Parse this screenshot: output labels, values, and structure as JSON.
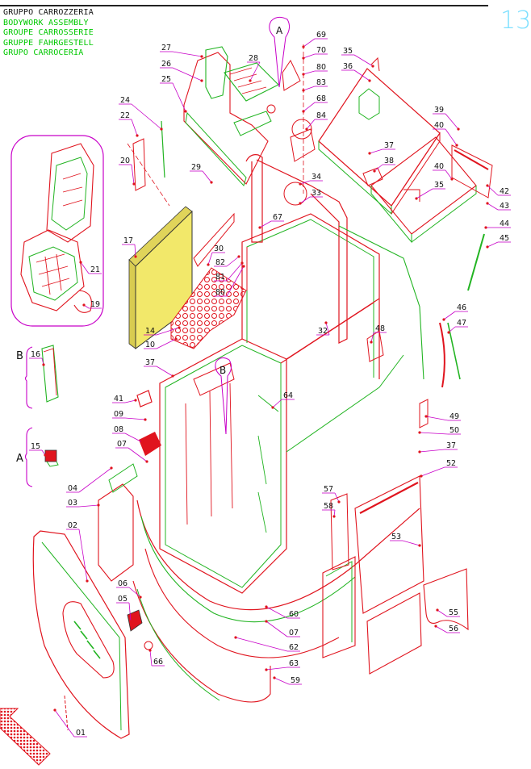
{
  "header": {
    "title_it": "GRUPPO CARROZZERIA",
    "title_en": "BODYWORK ASSEMBLY",
    "title_fr": "GROUPE CARROSSERIE",
    "title_de": "GRUPPE FAHRGESTELL",
    "title_es": "GRUPO CARROCERIA",
    "page_number": "13"
  },
  "detail_labels": {
    "a": "A",
    "b": "B"
  },
  "callouts": [
    {
      "id": "c01",
      "label": "01"
    },
    {
      "id": "c02",
      "label": "02"
    },
    {
      "id": "c03",
      "label": "03"
    },
    {
      "id": "c04",
      "label": "04"
    },
    {
      "id": "c05",
      "label": "05"
    },
    {
      "id": "c06",
      "label": "06"
    },
    {
      "id": "c07",
      "label": "07"
    },
    {
      "id": "c07b",
      "label": "07"
    },
    {
      "id": "c08",
      "label": "08"
    },
    {
      "id": "c09",
      "label": "09"
    },
    {
      "id": "c10",
      "label": "10"
    },
    {
      "id": "c14",
      "label": "14"
    },
    {
      "id": "c15",
      "label": "15"
    },
    {
      "id": "c16",
      "label": "16"
    },
    {
      "id": "c17",
      "label": "17"
    },
    {
      "id": "c19",
      "label": "19"
    },
    {
      "id": "c20",
      "label": "20"
    },
    {
      "id": "c21",
      "label": "21"
    },
    {
      "id": "c22",
      "label": "22"
    },
    {
      "id": "c24",
      "label": "24"
    },
    {
      "id": "c25",
      "label": "25"
    },
    {
      "id": "c26",
      "label": "26"
    },
    {
      "id": "c27",
      "label": "27"
    },
    {
      "id": "c28",
      "label": "28"
    },
    {
      "id": "c29",
      "label": "29"
    },
    {
      "id": "c30",
      "label": "30"
    },
    {
      "id": "c32",
      "label": "32"
    },
    {
      "id": "c33",
      "label": "33"
    },
    {
      "id": "c34",
      "label": "34"
    },
    {
      "id": "c35",
      "label": "35"
    },
    {
      "id": "c35b",
      "label": "35"
    },
    {
      "id": "c36",
      "label": "36"
    },
    {
      "id": "c37",
      "label": "37"
    },
    {
      "id": "c37b",
      "label": "37"
    },
    {
      "id": "c37c",
      "label": "37"
    },
    {
      "id": "c38",
      "label": "38"
    },
    {
      "id": "c39",
      "label": "39"
    },
    {
      "id": "c40",
      "label": "40"
    },
    {
      "id": "c40b",
      "label": "40"
    },
    {
      "id": "c41",
      "label": "41"
    },
    {
      "id": "c42",
      "label": "42"
    },
    {
      "id": "c43",
      "label": "43"
    },
    {
      "id": "c44",
      "label": "44"
    },
    {
      "id": "c45",
      "label": "45"
    },
    {
      "id": "c46",
      "label": "46"
    },
    {
      "id": "c47",
      "label": "47"
    },
    {
      "id": "c48",
      "label": "48"
    },
    {
      "id": "c49",
      "label": "49"
    },
    {
      "id": "c50",
      "label": "50"
    },
    {
      "id": "c52",
      "label": "52"
    },
    {
      "id": "c53",
      "label": "53"
    },
    {
      "id": "c55",
      "label": "55"
    },
    {
      "id": "c56",
      "label": "56"
    },
    {
      "id": "c57",
      "label": "57"
    },
    {
      "id": "c58",
      "label": "58"
    },
    {
      "id": "c59",
      "label": "59"
    },
    {
      "id": "c60",
      "label": "60"
    },
    {
      "id": "c62",
      "label": "62"
    },
    {
      "id": "c63",
      "label": "63"
    },
    {
      "id": "c64",
      "label": "64"
    },
    {
      "id": "c66",
      "label": "66"
    },
    {
      "id": "c67",
      "label": "67"
    },
    {
      "id": "c68",
      "label": "68"
    },
    {
      "id": "c69",
      "label": "69"
    },
    {
      "id": "c70",
      "label": "70"
    },
    {
      "id": "c80",
      "label": "80"
    },
    {
      "id": "c80b",
      "label": "80"
    },
    {
      "id": "c81",
      "label": "81"
    },
    {
      "id": "c82",
      "label": "82"
    },
    {
      "id": "c83",
      "label": "83"
    },
    {
      "id": "c84",
      "label": "84"
    }
  ],
  "colors": {
    "outline_red": "#e0141e",
    "outline_green": "#22b422",
    "callout_magenta": "#c800c8",
    "panel_yellow": "#f2e86a",
    "mesh_red": "#e0141e",
    "text_green": "#00c800",
    "page_number_cyan": "#7fe0ff"
  }
}
